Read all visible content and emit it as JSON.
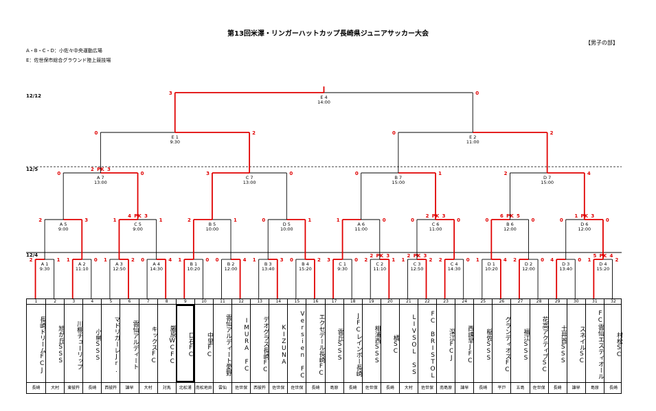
{
  "header": {
    "title": "第13回米澤・リンガーハットカップ長崎県ジュニアサッカー大会",
    "division": "【男子の部】",
    "venue_line1": "A・B・C・D：小佐々中央運動広場",
    "venue_line2": "E：佐世保市総合グラウンド陸上競技場"
  },
  "dates": {
    "d1": "12/12",
    "d2": "12/5",
    "d3": "12/4"
  },
  "colors": {
    "winner_line": "#e00000",
    "base_line": "#000000"
  },
  "teams": [
    {
      "no": "1",
      "name": "長崎ドリームFCJ",
      "region": "長崎"
    },
    {
      "no": "2",
      "name": "旭が丘SSS",
      "region": "大村"
    },
    {
      "no": "3",
      "name": "川棚チューリップ",
      "region": "東彼杵"
    },
    {
      "no": "4",
      "name": "小榊SSS",
      "region": "長崎"
    },
    {
      "no": "5",
      "name": "マドリガーレJr.",
      "region": "西彼杵"
    },
    {
      "no": "6",
      "name": "雲仙アルディート",
      "region": "諫早"
    },
    {
      "no": "7",
      "name": "キックスFC",
      "region": "大村"
    },
    {
      "no": "8",
      "name": "厳原WCFC",
      "region": "対馬"
    },
    {
      "no": "9",
      "name": "口石FC",
      "region": "北松浦"
    },
    {
      "no": "10",
      "name": "中里FC",
      "region": "南松地井"
    },
    {
      "no": "11",
      "name": "雲仙アルディート愛野",
      "region": "雲仙"
    },
    {
      "no": "12",
      "name": "IMURA FC",
      "region": "佐世保"
    },
    {
      "no": "13",
      "name": "デオグラス長崎FC",
      "region": "西彼杵"
    },
    {
      "no": "14",
      "name": "KIZUNA",
      "region": "佐世保"
    },
    {
      "no": "15",
      "name": "Versien FC",
      "region": "佐世保"
    },
    {
      "no": "16",
      "name": "エクセデール長崎FC",
      "region": "長崎"
    },
    {
      "no": "17",
      "name": "雲丘SSS",
      "region": "島原"
    },
    {
      "no": "18",
      "name": "JFCレインボー長崎",
      "region": "長崎"
    },
    {
      "no": "19",
      "name": "相浦西SSS",
      "region": "佐世保"
    },
    {
      "no": "20",
      "name": "橘SC",
      "region": "長崎"
    },
    {
      "no": "21",
      "name": "LIVSOL SS",
      "region": "大村"
    },
    {
      "no": "22",
      "name": "FC BRISTOL",
      "region": "佐世保"
    },
    {
      "no": "23",
      "name": "深江FCJ",
      "region": "南島原"
    },
    {
      "no": "24",
      "name": "西諫早JFC",
      "region": "諫早"
    },
    {
      "no": "25",
      "name": "稲佐SSS",
      "region": "長崎"
    },
    {
      "no": "26",
      "name": "グランディオスFC",
      "region": "平戸"
    },
    {
      "no": "27",
      "name": "福江SSS",
      "region": "五島"
    },
    {
      "no": "28",
      "name": "花高アクティブSC",
      "region": "佐世保"
    },
    {
      "no": "29",
      "name": "土井首SSS",
      "region": "長崎"
    },
    {
      "no": "30",
      "name": "スネイルSC",
      "region": "諫早"
    },
    {
      "no": "31",
      "name": "FC雲仙エスティオール",
      "region": "島原"
    },
    {
      "no": "32",
      "name": "村松SC",
      "region": "長崎"
    }
  ],
  "matches": {
    "r1": [
      {
        "label": "A 1",
        "time": "9:30"
      },
      {
        "label": "A 2",
        "time": "11:10"
      },
      {
        "label": "A 3",
        "time": "12:50"
      },
      {
        "label": "A 4",
        "time": "14:30"
      },
      {
        "label": "B 1",
        "time": "10:20"
      },
      {
        "label": "B 2",
        "time": "12:00"
      },
      {
        "label": "B 3",
        "time": "13:40"
      },
      {
        "label": "B 4",
        "time": "15:20"
      },
      {
        "label": "C 1",
        "time": "9:30"
      },
      {
        "label": "C 2",
        "time": "11:10"
      },
      {
        "label": "C 3",
        "time": "12:50"
      },
      {
        "label": "C 4",
        "time": "14:30"
      },
      {
        "label": "D 1",
        "time": "10:20"
      },
      {
        "label": "D 2",
        "time": "12:00"
      },
      {
        "label": "D 3",
        "time": "13:40"
      },
      {
        "label": "D 4",
        "time": "15:20"
      }
    ],
    "r2": [
      {
        "label": "A 5",
        "time": "9:00"
      },
      {
        "label": "C 5",
        "time": "9:00"
      },
      {
        "label": "B 5",
        "time": "10:00"
      },
      {
        "label": "D 5",
        "time": "10:00"
      },
      {
        "label": "A 6",
        "time": "11:00"
      },
      {
        "label": "C 6",
        "time": "11:00"
      },
      {
        "label": "B 6",
        "time": "12:00"
      },
      {
        "label": "D 6",
        "time": "12:00"
      }
    ],
    "r3": [
      {
        "label": "A 7",
        "time": "13:00"
      },
      {
        "label": "C 7",
        "time": "13:00"
      },
      {
        "label": "B 7",
        "time": "15:00"
      },
      {
        "label": "D 7",
        "time": "15:00"
      }
    ],
    "r4": [
      {
        "label": "E 1",
        "time": "9:30"
      },
      {
        "label": "E 2",
        "time": "11:00"
      }
    ],
    "r5": [
      {
        "label": "E 4",
        "time": "14:00"
      }
    ]
  },
  "scores": {
    "r1": [
      [
        2,
        1
      ],
      [
        1,
        0
      ],
      [
        1,
        2
      ],
      [
        0,
        4
      ],
      [
        1,
        0
      ],
      [
        0,
        4
      ],
      [
        1,
        3
      ],
      [
        0,
        2
      ],
      [
        3,
        0
      ],
      [
        2,
        1,
        "2",
        "PK",
        "3"
      ],
      [
        1,
        2,
        "2",
        "PK",
        "3"
      ],
      [
        2,
        0
      ],
      [
        1,
        4
      ],
      [
        2,
        0
      ],
      [
        4,
        0
      ],
      [
        1,
        2,
        "5",
        "PK",
        "4"
      ]
    ],
    "r2": [
      [
        2,
        3
      ],
      [
        1,
        1,
        "4",
        "PK",
        "3"
      ],
      [
        2,
        1
      ],
      [
        0,
        1
      ],
      [
        1,
        0
      ],
      [
        0,
        0,
        "2",
        "PK",
        "3"
      ],
      [
        0,
        0,
        "6",
        "PK",
        "5"
      ],
      [
        0,
        0,
        "1",
        "PK",
        "3"
      ]
    ],
    "r3": [
      [
        0,
        0,
        "2",
        "PK",
        "3"
      ],
      [
        3,
        0
      ],
      [
        0,
        1
      ],
      [
        2,
        4
      ]
    ],
    "r4": [
      [
        0,
        2
      ],
      [
        0,
        2
      ]
    ],
    "r5": [
      [
        3,
        0
      ]
    ]
  },
  "winners": {
    "r1": [
      0,
      0,
      1,
      1,
      0,
      1,
      1,
      1,
      0,
      1,
      1,
      0,
      1,
      0,
      0,
      0
    ],
    "r2": [
      1,
      0,
      0,
      1,
      0,
      1,
      0,
      1
    ],
    "r3": [
      1,
      0,
      1,
      1
    ],
    "r4": [
      1,
      1
    ],
    "r5": [
      0
    ]
  },
  "highlight_team": 9
}
